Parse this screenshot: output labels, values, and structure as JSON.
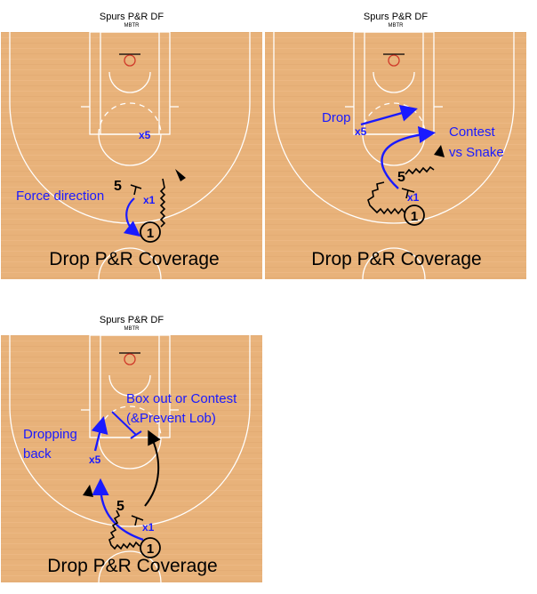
{
  "panels": [
    {
      "title": "Spurs P&R DF",
      "subtitle": "MBTR",
      "caption": "Drop P&R Coverage",
      "labels": {
        "x5": "x5",
        "screener": "5",
        "x1": "x1",
        "ball": "1",
        "note1": "Force direction"
      }
    },
    {
      "title": "Spurs P&R DF",
      "subtitle": "MBTR",
      "caption": "Drop P&R Coverage",
      "labels": {
        "x5": "x5",
        "screener": "5",
        "x1": "x1",
        "ball": "1",
        "note1": "Drop",
        "note2a": "Contest",
        "note2b": "vs Snake"
      }
    },
    {
      "title": "Spurs P&R DF",
      "subtitle": "MBTR",
      "caption": "Drop P&R Coverage",
      "labels": {
        "x5": "x5",
        "screener": "5",
        "x1": "x1",
        "ball": "1",
        "note1a": "Dropping",
        "note1b": "back",
        "note2a": "Box out or Contest",
        "note2b": "(&Prevent Lob)"
      }
    }
  ],
  "colors": {
    "court_wood": "#e8b27a",
    "court_line": "#ffffff",
    "rim": "#d03a2a",
    "defense_blue": "#1a1aff",
    "offense_black": "#000000"
  }
}
